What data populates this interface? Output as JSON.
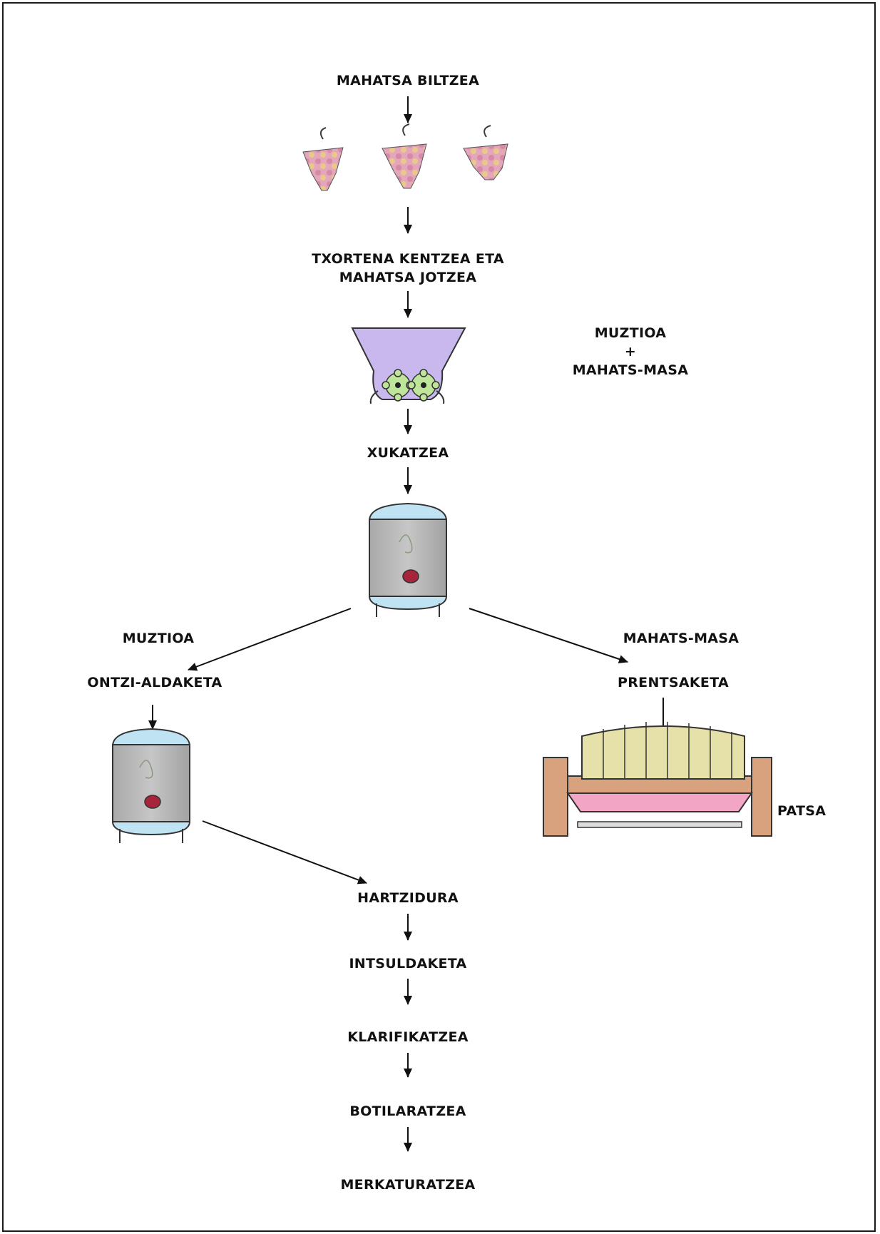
{
  "steps": {
    "harvest": "MAHATSA BILTZEA",
    "destem_line1": "TXORTENA KENTZEA ETA",
    "destem_line2": "MAHATSA JOTZEA",
    "must_top": "MUZTIOA",
    "plus": "+",
    "pomace_top": "MAHATS-MASA",
    "drain": "XUKATZEA",
    "must_left": "MUZTIOA",
    "racking": "ONTZI-ALDAKETA",
    "pomace_right": "MAHATS-MASA",
    "pressing": "PRENTSAKETA",
    "marc": "PATSA",
    "fermentation": "HARTZIDURA",
    "sulfiting": "INTSULDAKETA",
    "clarification": "KLARIFIKATZEA",
    "bottling": "BOTILARATZEA",
    "marketing": "MERKATURATZEA"
  },
  "colors": {
    "grape_fill": "#e8a3b8",
    "grape_accent": "#d9c27a",
    "hopper_fill": "#c9b8ee",
    "gear_fill": "#bfe59a",
    "tank_body": "#b9b9b9",
    "tank_cap": "#bfe3f2",
    "tank_valve": "#a8243a",
    "press_wood": "#d9a27f",
    "press_slats": "#d8d59a",
    "press_tray": "#f3a5c5"
  },
  "icons": [
    "grape-bunch-icon",
    "crusher-hopper-icon",
    "wine-tank-icon",
    "wine-press-icon",
    "arrow-down-icon"
  ]
}
